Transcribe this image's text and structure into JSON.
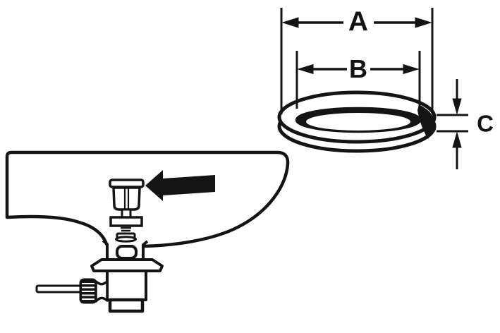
{
  "diagram": {
    "background": "#ffffff",
    "line_color": "#141414",
    "fill_color": "#ffffff",
    "labels": {
      "a": "A",
      "b": "B",
      "c": "C"
    },
    "parts": {
      "ring": "gasket-ring",
      "dimension_a": "ring-outer-diameter",
      "dimension_b": "ring-inner-diameter",
      "dimension_c": "ring-thickness",
      "sink": "sink-cross-section",
      "stopper": "pop-up-stopper",
      "drain": "drain-body-with-pivot-rod",
      "arrow": "pointer-arrow"
    }
  }
}
